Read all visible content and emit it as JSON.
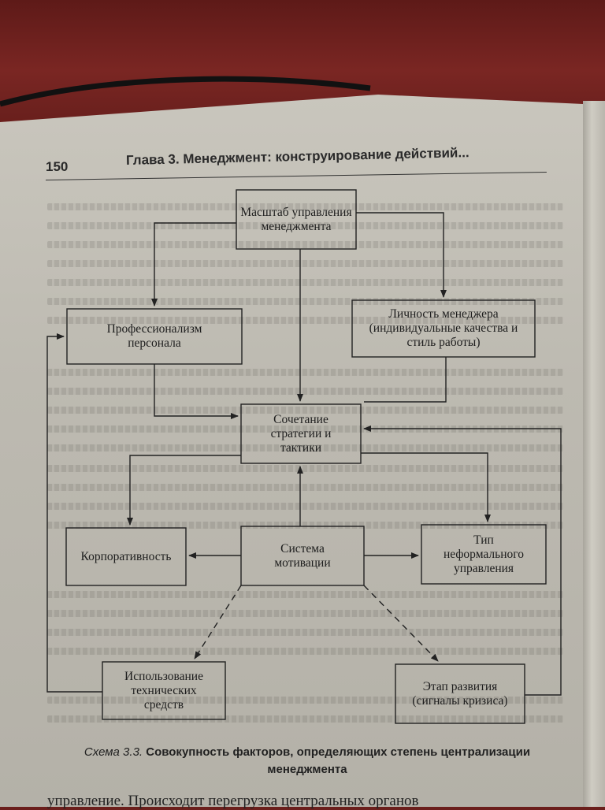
{
  "header": {
    "page_number": "150",
    "chapter_title": "Глава 3. Менеджмент: конструирование действий..."
  },
  "diagram": {
    "boxes": {
      "scale": "Масштаб управления менеджмента",
      "professionalism": "Профессионализм персонала",
      "personality": "Личность менеджера (индивидуальные качества и стиль работы)",
      "strategy": "Сочетание стратегии и тактики",
      "corporativeness": "Корпоративность",
      "motivation": "Система мотивации",
      "informal": "Тип неформального управления",
      "technical": "Использование технических средств",
      "development": "Этап развития (сигналы кризиса)"
    }
  },
  "caption": {
    "label": "Схема 3.3.",
    "text": "Совокупность факторов, определяющих степень централизации менеджмента"
  },
  "body_text": {
    "last_line": "управление. Происходит перегрузка центральных органов"
  },
  "colors": {
    "paper": "#c4c1b8",
    "ink": "#1d1d1d",
    "background": "#6b1f1c"
  }
}
